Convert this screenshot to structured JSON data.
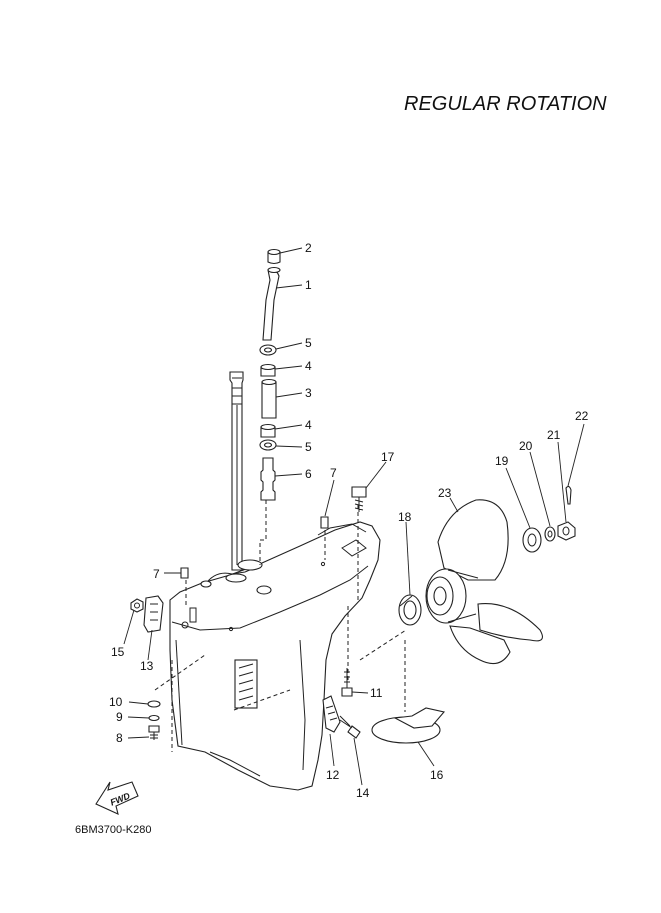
{
  "title": "REGULAR ROTATION",
  "diagram_code": "6BM3700-K280",
  "fwd_label": "FWD",
  "callouts": [
    {
      "id": "c2",
      "label": "2"
    },
    {
      "id": "c1",
      "label": "1"
    },
    {
      "id": "c5a",
      "label": "5"
    },
    {
      "id": "c4a",
      "label": "4"
    },
    {
      "id": "c3",
      "label": "3"
    },
    {
      "id": "c4b",
      "label": "4"
    },
    {
      "id": "c5b",
      "label": "5"
    },
    {
      "id": "c6",
      "label": "6"
    },
    {
      "id": "c7a",
      "label": "7"
    },
    {
      "id": "c17",
      "label": "17"
    },
    {
      "id": "c22",
      "label": "22"
    },
    {
      "id": "c21",
      "label": "21"
    },
    {
      "id": "c20",
      "label": "20"
    },
    {
      "id": "c19",
      "label": "19"
    },
    {
      "id": "c23",
      "label": "23"
    },
    {
      "id": "c18",
      "label": "18"
    },
    {
      "id": "c7b",
      "label": "7"
    },
    {
      "id": "c15",
      "label": "15"
    },
    {
      "id": "c13",
      "label": "13"
    },
    {
      "id": "c11",
      "label": "11"
    },
    {
      "id": "c10",
      "label": "10"
    },
    {
      "id": "c9",
      "label": "9"
    },
    {
      "id": "c8",
      "label": "8"
    },
    {
      "id": "c12",
      "label": "12"
    },
    {
      "id": "c14",
      "label": "14"
    },
    {
      "id": "c16",
      "label": "16"
    }
  ]
}
